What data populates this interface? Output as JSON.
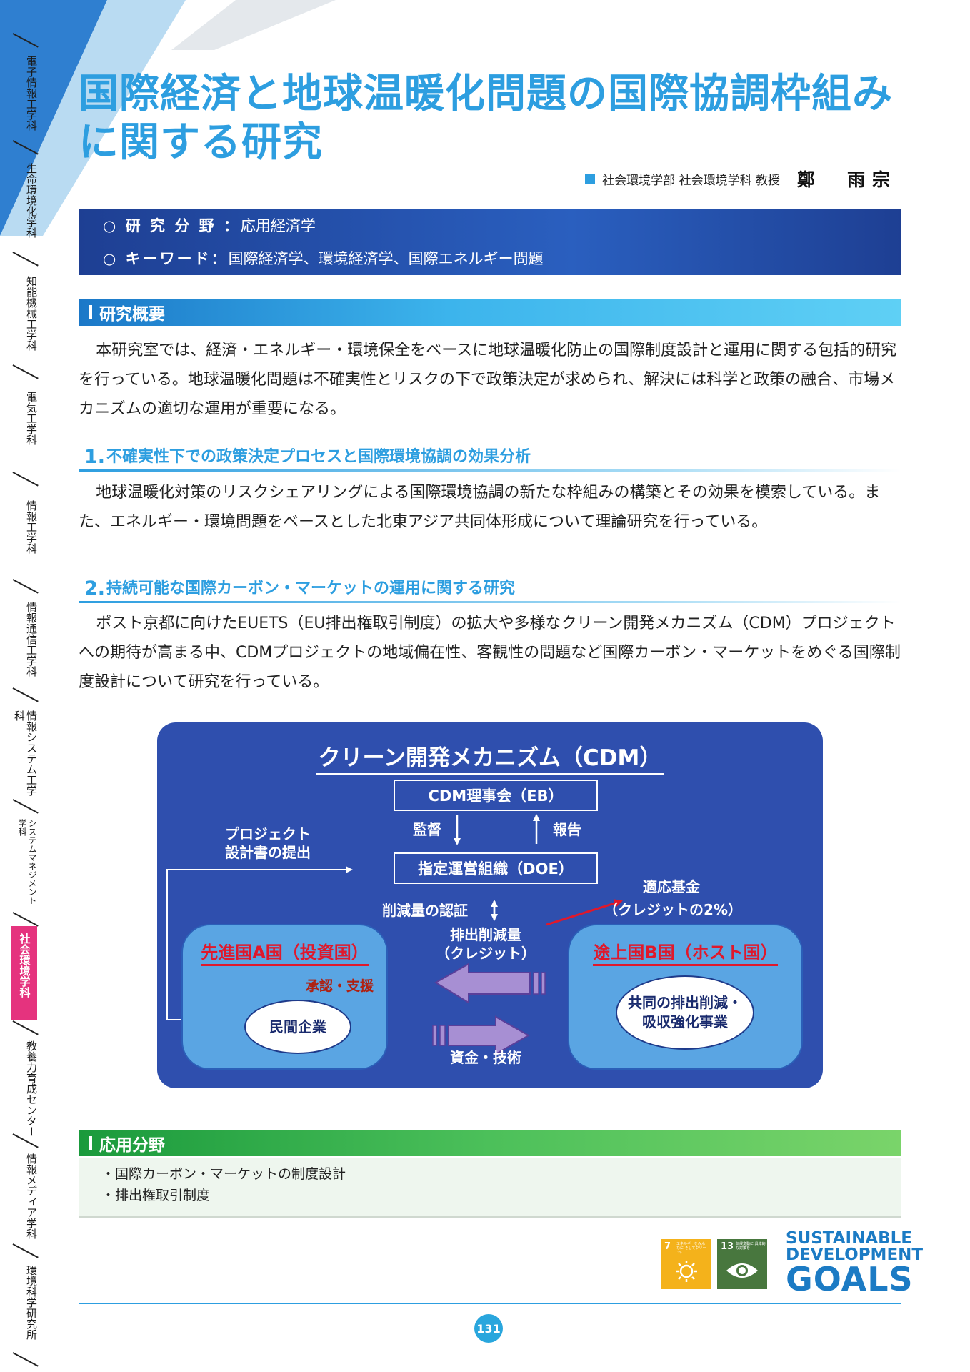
{
  "sidenav": {
    "items": [
      {
        "label": "電子情報工学科",
        "active": false
      },
      {
        "label": "生命環境化学科",
        "active": false
      },
      {
        "label": "知能機械工学科",
        "active": false
      },
      {
        "label": "電気工学科",
        "active": false
      },
      {
        "label": "情報工学科",
        "active": false
      },
      {
        "label": "情報通信工学科",
        "active": false
      },
      {
        "label": "情報システム工学科",
        "active": false
      },
      {
        "label": "システムマネジメント学科",
        "active": false
      },
      {
        "label": "社会環境学科",
        "active": true
      },
      {
        "label": "教養力育成センター",
        "active": false
      },
      {
        "label": "情報メディア学科",
        "active": false
      },
      {
        "label": "環境科学研究所",
        "active": false
      }
    ],
    "active_color": "#e5337e"
  },
  "header": {
    "title_line1": "国際経済と地球温暖化問題の国際協調枠組み",
    "title_line2": "に関する研究",
    "author_dept": "社会環境学部 社会環境学科 教授",
    "author_name": "鄭　雨宗",
    "title_color": "#2d9ee0"
  },
  "info": {
    "field_label": "○ 研 究 分 野 ：",
    "field_value": "応用経済学",
    "keyword_label": "○ キーワード：",
    "keyword_value": "国際経済学、環境経済学、国際エネルギー問題"
  },
  "overview": {
    "heading": "研究概要",
    "text": "本研究室では、経済・エネルギー・環境保全をベースに地球温暖化防止の国際制度設計と運用に関する包括的研究を行っている。地球温暖化問題は不確実性とリスクの下で政策決定が求められ、解決には科学と政策の融合、市場メカニズムの適切な運用が重要になる。"
  },
  "section1": {
    "num": "1.",
    "title": "不確実性下での政策決定プロセスと国際環境協調の効果分析",
    "text": "地球温暖化対策のリスクシェアリングによる国際環境協調の新たな枠組みの構築とその効果を模索している。また、エネルギー・環境問題をベースとした北東アジア共同体形成について理論研究を行っている。"
  },
  "section2": {
    "num": "2.",
    "title": "持続可能な国際カーボン・マーケットの運用に関する研究",
    "text": "ポスト京都に向けたEUETS（EU排出権取引制度）の拡大や多様なクリーン開発メカニズム（CDM）プロジェクトへの期待が高まる中、CDMプロジェクトの地域偏在性、客観性の問題など国際カーボン・マーケットをめぐる国際制度設計について研究を行っている。"
  },
  "diagram": {
    "title": "クリーン開発メカニズム（CDM）",
    "eb": "CDM理事会（EB）",
    "supervise": "監督",
    "report": "報告",
    "doe": "指定運営組織（DOE）",
    "project_line1": "プロジェクト",
    "project_line2": "設計書の提出",
    "verification": "削減量の認証",
    "adapt_line1": "適応基金",
    "adapt_line2": "（クレジットの2%）",
    "credit_line1": "排出削減量",
    "credit_line2": "（クレジット）",
    "funds": "資金・技術",
    "country_a": "先進国A国（投資国）",
    "approve": "承認・支援",
    "private": "民間企業",
    "country_b": "途上国B国（ホスト国）",
    "joint_line1": "共同の排出削減・",
    "joint_line2": "吸収強化事業"
  },
  "applications": {
    "heading": "応用分野",
    "items": [
      "・国際カーボン・マーケットの制度設計",
      "・排出権取引制度"
    ]
  },
  "sdgs": {
    "goal7_num": "7",
    "goal7_caption": "エネルギーをみんなに そしてクリーンに",
    "goal13_num": "13",
    "goal13_caption": "気候変動に 具体的な対策を",
    "logo_line1": "SUSTAINABLE",
    "logo_line2": "DEVELOPMENT",
    "logo_line3": "GOALS"
  },
  "page_number": "131"
}
